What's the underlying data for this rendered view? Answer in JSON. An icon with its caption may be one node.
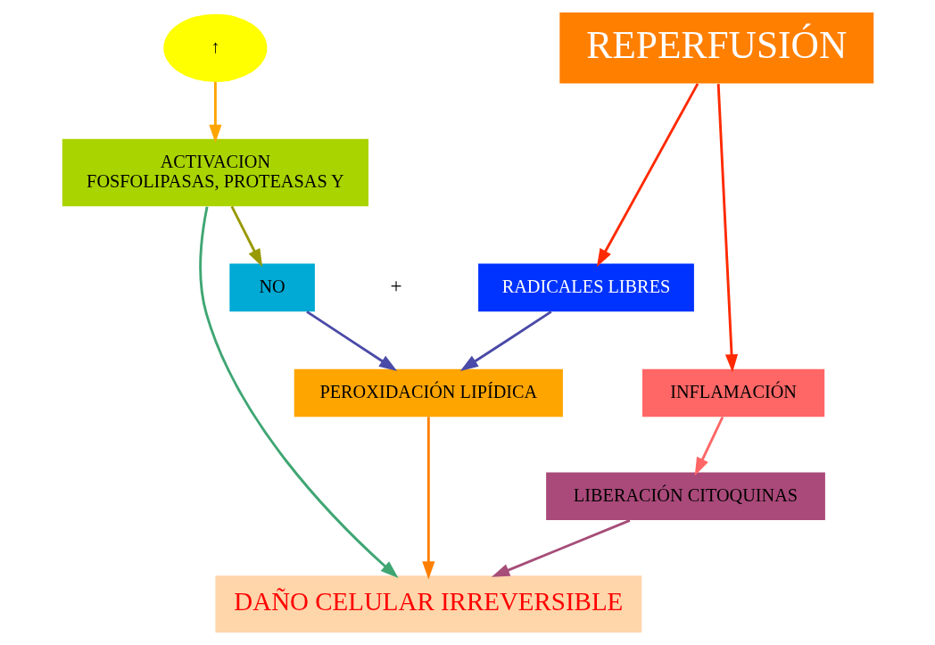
{
  "diagram": {
    "nodes": [
      {
        "text": [
          "↑"
        ]
      },
      {
        "text": [
          "REPERFUSIÓN"
        ]
      },
      {
        "text": [
          "ACTIVACION",
          "FOSFOLIPASAS, PROTEASAS Y"
        ]
      },
      {
        "text": [
          "NO"
        ]
      },
      {
        "text": [
          "RADICALES LIBRES"
        ]
      },
      {
        "text": [
          "INFLAMACIÓN"
        ]
      },
      {
        "text": [
          "PEROXIDACIÓN LIPÍDICA"
        ]
      },
      {
        "text": [
          "LIBERACIÓN CITOQUINAS"
        ]
      },
      {
        "text": [
          "DAÑO CELULAR IRREVERSIBLE"
        ]
      }
    ],
    "edges": [
      {
        "from": 0,
        "to": 2,
        "arrow": "to",
        "color": "#ffa500"
      },
      {
        "from": 2,
        "to": 3,
        "arrow": "to",
        "color": "#999900"
      },
      {
        "from": 1,
        "to": 4,
        "arrow": "to",
        "color": "#ff2a00"
      },
      {
        "from": 1,
        "to": 5,
        "arrow": "to",
        "color": "#ff2a00"
      },
      {
        "from": 3,
        "to": 6,
        "arrow": "to",
        "color": "#4a4aa8"
      },
      {
        "from": 4,
        "to": 6,
        "arrow": "to",
        "color": "#4a4aa8"
      },
      {
        "from": 5,
        "to": 7,
        "arrow": "to",
        "color": "#ff6666"
      },
      {
        "from": 6,
        "to": 8,
        "arrow": "to",
        "color": "#ff8000"
      },
      {
        "from": 7,
        "to": 8,
        "arrow": "to",
        "color": "#a64d79"
      },
      {
        "from": 2,
        "to": 8,
        "arrow": "to",
        "color": "#3fa673"
      }
    ],
    "labels": [
      "+"
    ]
  }
}
